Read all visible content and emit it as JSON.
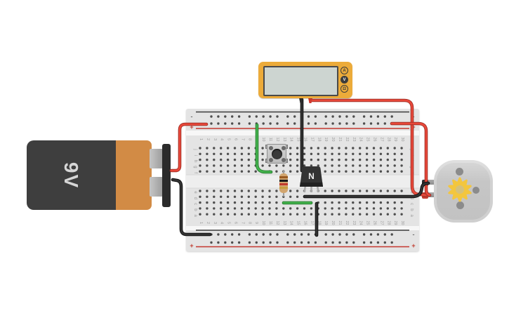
{
  "battery": {
    "label": "9V"
  },
  "multimeter": {
    "display_value": "",
    "buttons": [
      {
        "label": "A",
        "selected": false
      },
      {
        "label": "V",
        "selected": true
      },
      {
        "label": "Ω",
        "selected": false
      }
    ]
  },
  "transistor": {
    "label": "N"
  },
  "resistor": {
    "band_colors": [
      "#9a5b22",
      "#191919",
      "#c03a2d",
      "#c79f3f"
    ]
  },
  "breadboard": {
    "rail_minus_label": "-",
    "rail_plus_label": "+",
    "row_letters_top": [
      "j",
      "i",
      "h",
      "g",
      "f"
    ],
    "row_letters_bottom": [
      "e",
      "d",
      "c",
      "b",
      "a"
    ],
    "column_numbers": [
      "1",
      "2",
      "3",
      "4",
      "5",
      "6",
      "7",
      "8",
      "9",
      "10",
      "11",
      "12",
      "13",
      "14",
      "15",
      "16",
      "17",
      "18",
      "19",
      "20",
      "21",
      "22",
      "23",
      "24",
      "25",
      "26",
      "27",
      "28",
      "29",
      "30"
    ]
  },
  "wires": [
    {
      "id": "battery-positive-wire",
      "color": "#e8483a",
      "edge": "#9c2d24"
    },
    {
      "id": "battery-negative-wire",
      "color": "#333333",
      "edge": "#0d0d0d"
    },
    {
      "id": "meter-black-probe-wire",
      "color": "#333333",
      "edge": "#0d0d0d"
    },
    {
      "id": "meter-red-probe-wire",
      "color": "#e8483a",
      "edge": "#9c2d24"
    },
    {
      "id": "rail-to-motor-red-wire",
      "color": "#e8483a",
      "edge": "#9c2d24"
    },
    {
      "id": "motor-ground-black-wire",
      "color": "#333333",
      "edge": "#0d0d0d"
    },
    {
      "id": "button-power-green-wire",
      "color": "#43b24c",
      "edge": "#257a2e"
    },
    {
      "id": "base-green-wire",
      "color": "#43b24c",
      "edge": "#257a2e"
    },
    {
      "id": "emitter-ground-black-wire",
      "color": "#333333",
      "edge": "#0d0d0d"
    }
  ],
  "colors": {
    "board": "#e4e4e4",
    "hole": "#4e4e4e",
    "label": "#9a9a9a",
    "rail_red_line": "#c4372f",
    "rail_black_line": "#3b3b3b",
    "rail_plus_text": "#c0392b",
    "rail_minus_text": "#6f6f6f",
    "motor_gear": "#f3c63e",
    "motor_gear_center": "#d4c17c"
  }
}
